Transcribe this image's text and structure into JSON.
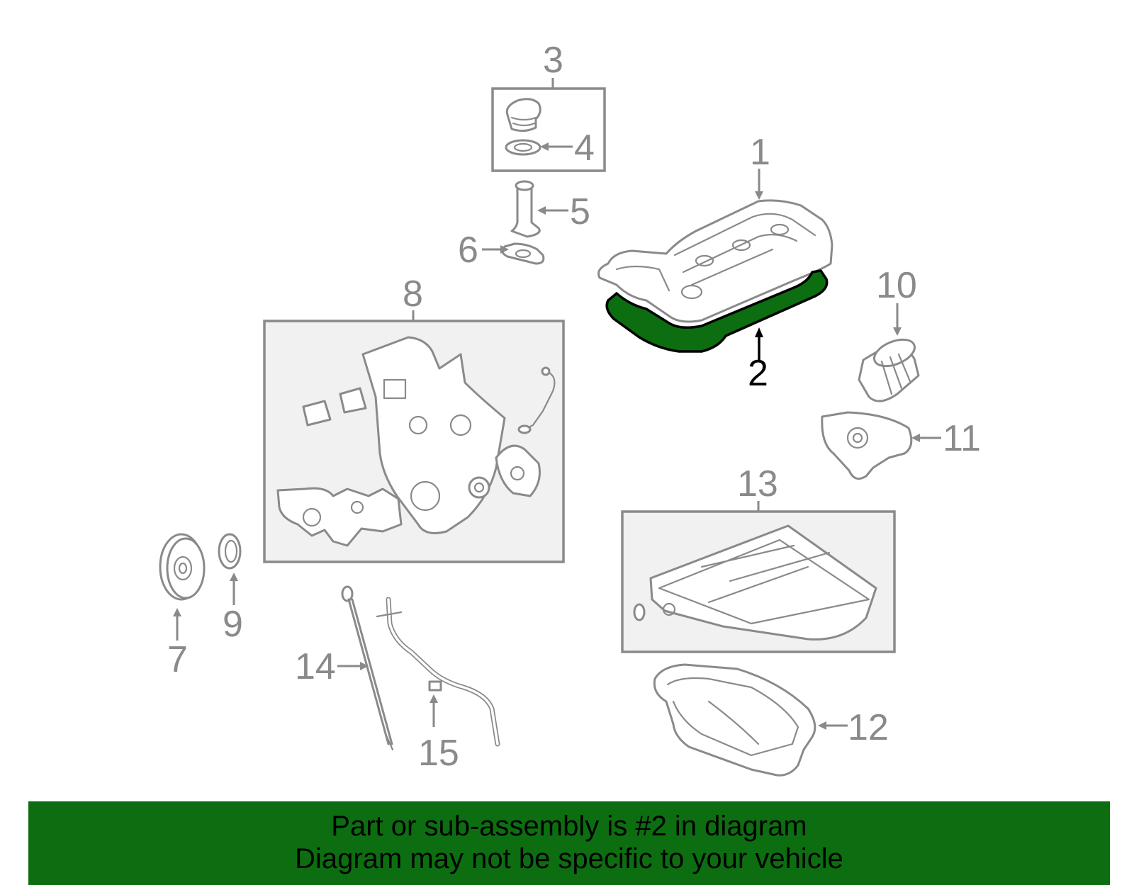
{
  "callouts": {
    "c1": "1",
    "c2": "2",
    "c3": "3",
    "c4": "4",
    "c5": "5",
    "c6": "6",
    "c7": "7",
    "c8": "8",
    "c9": "9",
    "c10": "10",
    "c11": "11",
    "c12": "12",
    "c13": "13",
    "c14": "14",
    "c15": "15"
  },
  "highlight": {
    "part": "2",
    "color": "#0c6e10"
  },
  "banner": {
    "line1": "Part or sub-assembly is #2 in diagram",
    "line2": "Diagram may not be specific to your vehicle",
    "background": "#0c6e10"
  }
}
